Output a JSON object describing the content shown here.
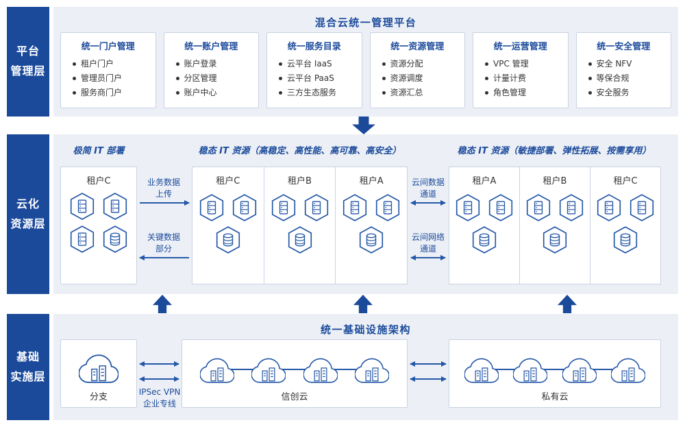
{
  "colors": {
    "primary": "#1b4a9b",
    "panel_bg": "#ecf0f6",
    "icon_stroke": "#2457a7",
    "card_border": "#c9d2e2",
    "text_dark": "#333333"
  },
  "platform_layer": {
    "side_label": "平台\n管理层",
    "title": "混合云统一管理平台",
    "cards": [
      {
        "title": "统一门户管理",
        "items": [
          "租户门户",
          "管理员门户",
          "服务商门户"
        ]
      },
      {
        "title": "统一账户管理",
        "items": [
          "账户登录",
          "分区管理",
          "账户中心"
        ]
      },
      {
        "title": "统一服务目录",
        "items": [
          "云平台 IaaS",
          "云平台 PaaS",
          "三方生态服务"
        ]
      },
      {
        "title": "统一资源管理",
        "items": [
          "资源分配",
          "资源调度",
          "资源汇总"
        ]
      },
      {
        "title": "统一运营管理",
        "items": [
          "VPC 管理",
          "计量计费",
          "角色管理"
        ]
      },
      {
        "title": "统一安全管理",
        "items": [
          "安全 NFV",
          "等保合规",
          "安全服务"
        ]
      }
    ]
  },
  "cloud_layer": {
    "side_label": "云化\n资源层",
    "header_left": "极简 IT 部署",
    "header_middle": "稳态 IT 资源（高稳定、高性能、高可靠、高安全）",
    "header_right": "稳态 IT 资源（敏捷部署、弹性拓展、按需享用）",
    "edge_tenant": "租户C",
    "steady_tenants": [
      "租户C",
      "租户B",
      "租户A"
    ],
    "agile_tenants": [
      "租户A",
      "租户B",
      "租户C"
    ],
    "link_upload": "业务数据\n上传",
    "link_critical": "关键数据\n部分",
    "link_data_channel": "云间数据\n通道",
    "link_net_channel": "云间网络\n通道"
  },
  "infra_layer": {
    "side_label": "基础\n实施层",
    "title": "统一基础设施架构",
    "branch_label": "分支",
    "xinchuang_label": "信创云",
    "private_label": "私有云",
    "vpn_label": "IPSec VPN\n企业专线"
  },
  "icons": {
    "server_hexagon": "server-hexagon-icon",
    "database_hexagon": "database-hexagon-icon",
    "cloud_datacenter": "cloud-datacenter-icon",
    "flow_arrows": "block-arrow-icon"
  }
}
